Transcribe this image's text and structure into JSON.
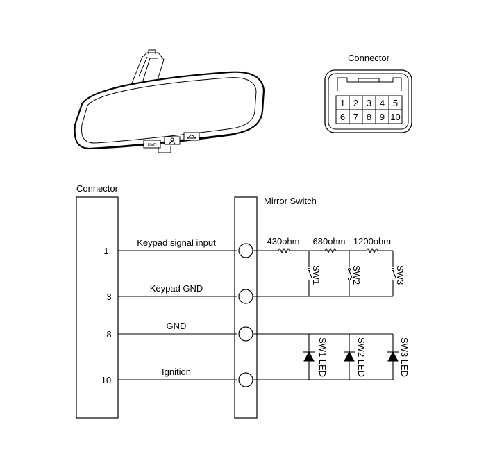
{
  "connector_view": {
    "title": "Connector",
    "pins_row1": [
      "1",
      "2",
      "3",
      "4",
      "5"
    ],
    "pins_row2": [
      "6",
      "7",
      "8",
      "9",
      "10"
    ]
  },
  "mirror": {
    "buttons": [
      "UVO"
    ]
  },
  "schematic": {
    "connector_title": "Connector",
    "mirror_switch_title": "Mirror Switch",
    "pins": [
      {
        "pin": "1",
        "signal": "Keypad signal input"
      },
      {
        "pin": "3",
        "signal": "Keypad GND"
      },
      {
        "pin": "8",
        "signal": "GND"
      },
      {
        "pin": "10",
        "signal": "Ignition"
      }
    ],
    "resistors": [
      "430ohm",
      "680ohm",
      "1200ohm"
    ],
    "switches": [
      "SW1",
      "SW2",
      "SW3"
    ],
    "leds": [
      "SW1 LED",
      "SW2 LED",
      "SW3 LED"
    ]
  }
}
